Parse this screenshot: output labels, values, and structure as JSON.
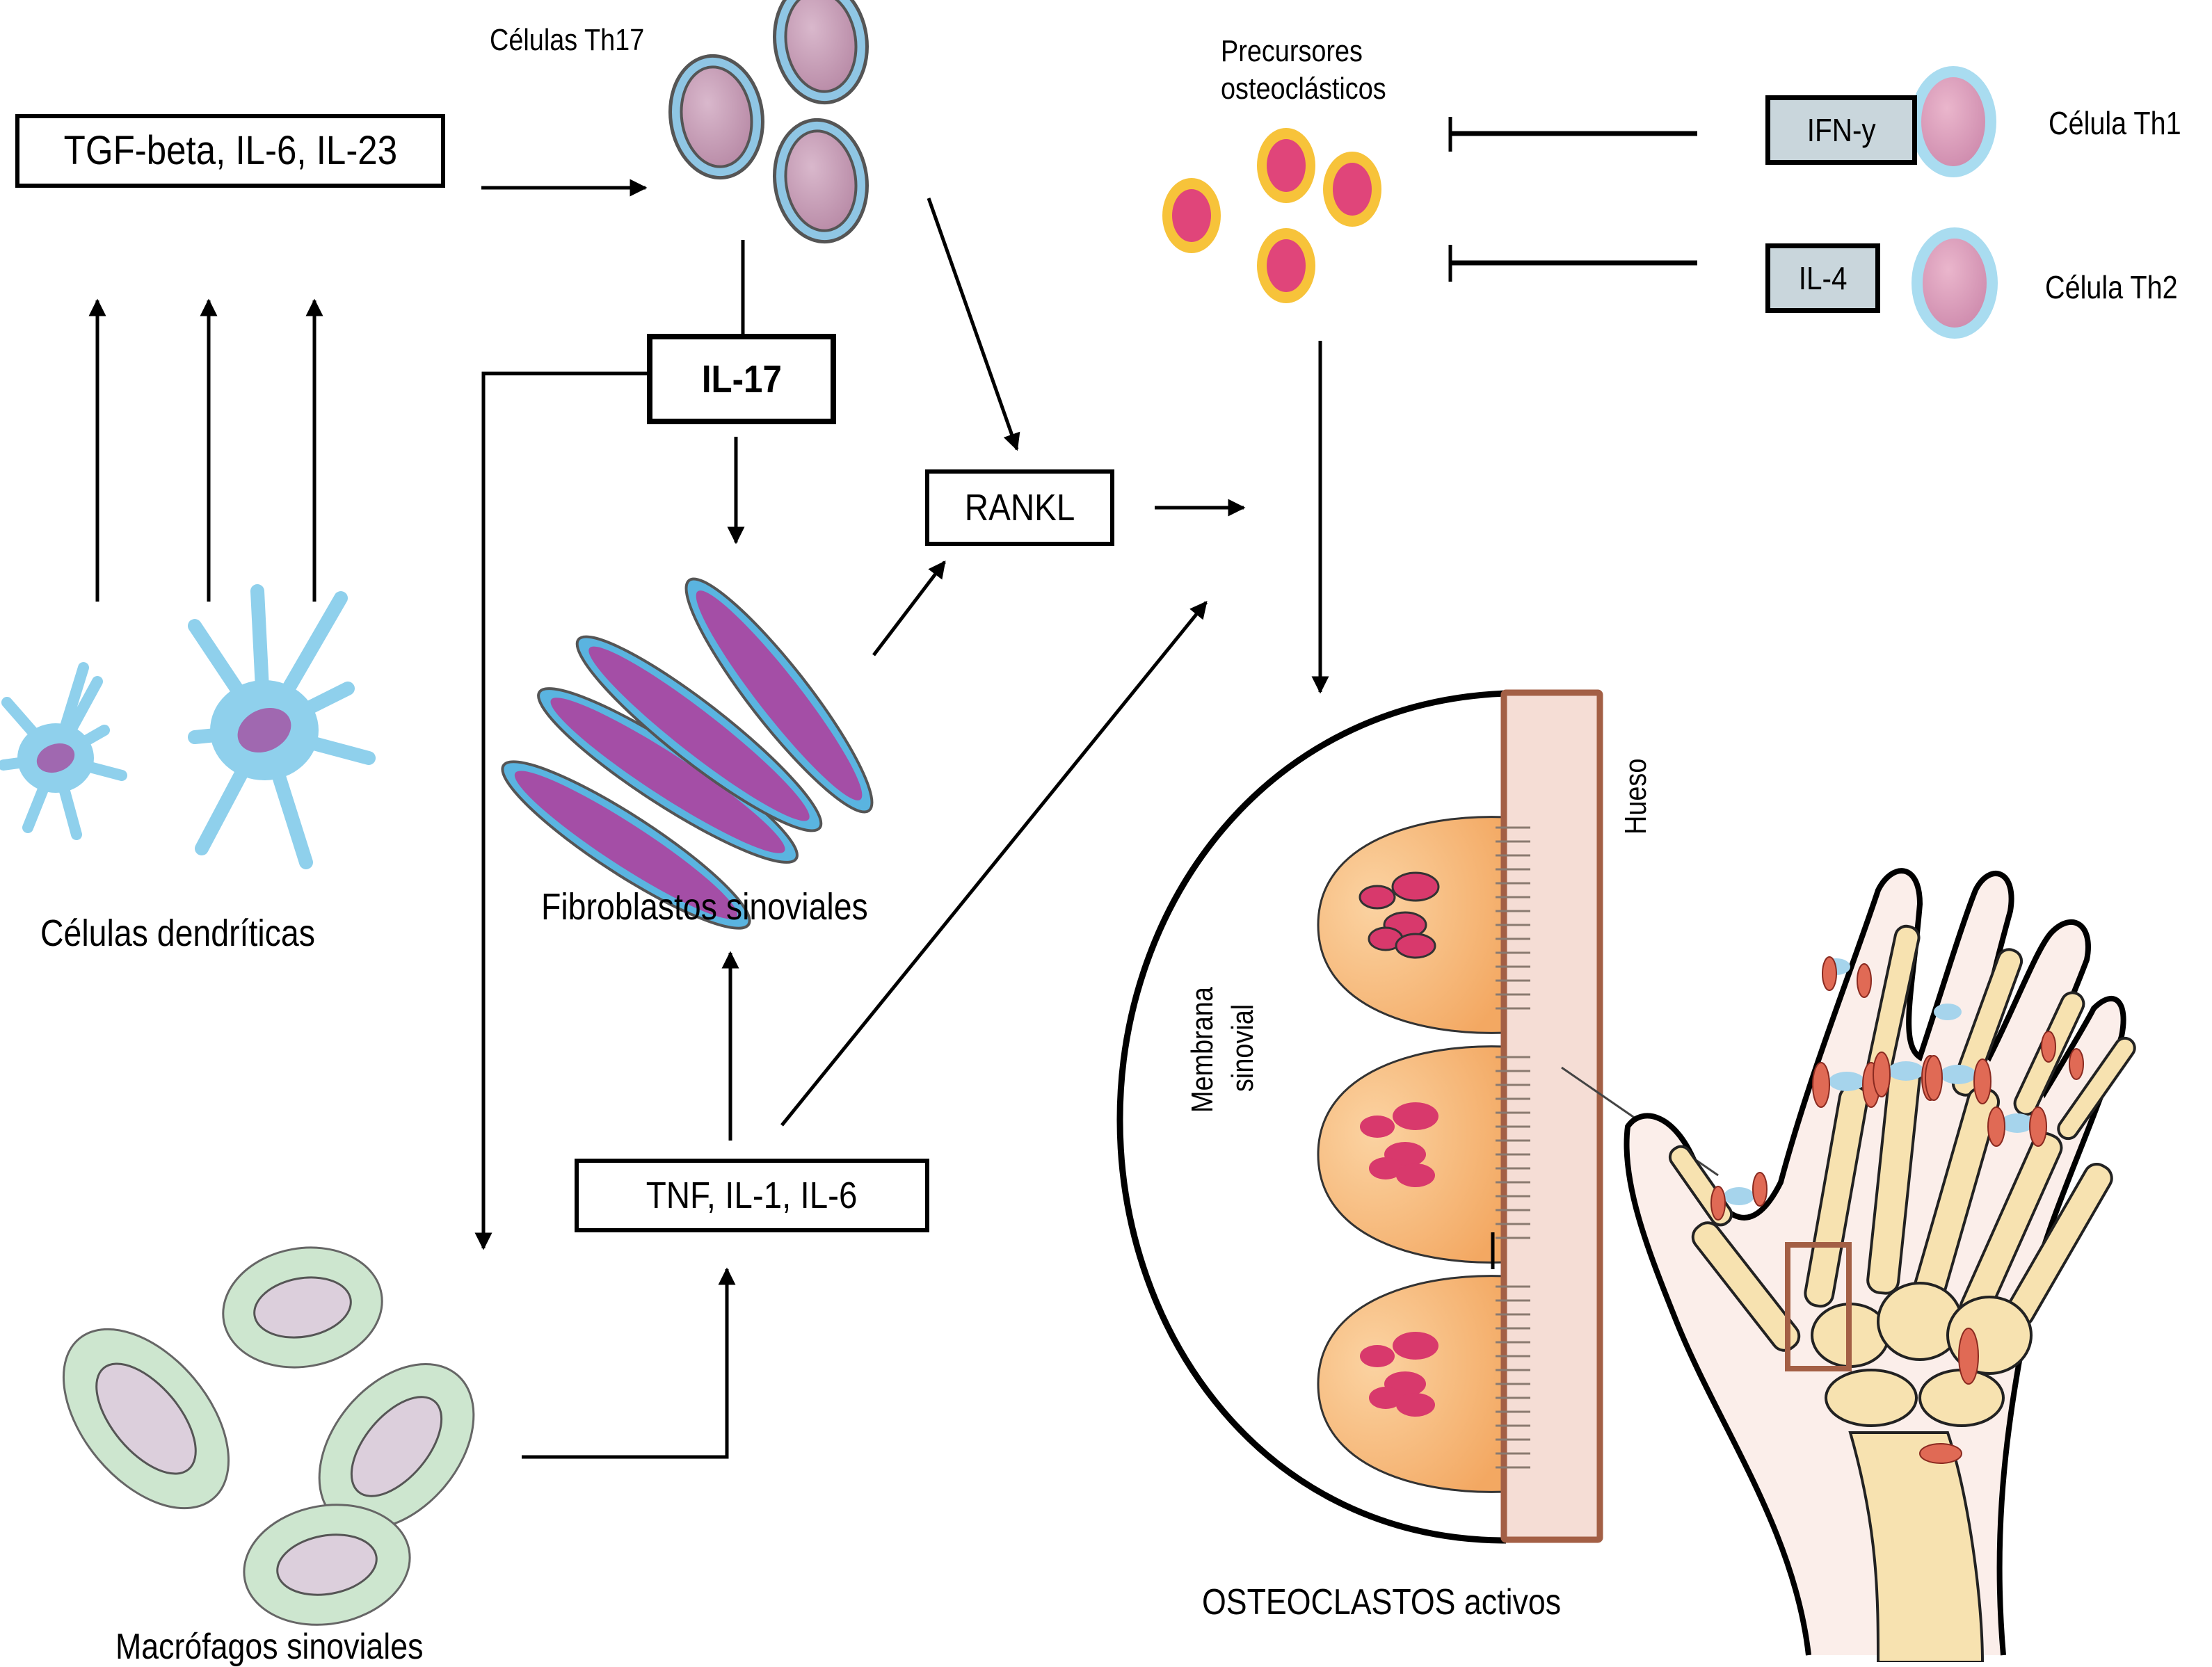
{
  "title": "Mecanismo de activación de osteoclastos en artritis reumatoide",
  "labels": {
    "th17_cells": "Células Th17",
    "precursors_line1": "Precursores",
    "precursors_line2": "osteoclásticos",
    "th1_cell": "Célula Th1",
    "th2_cell": "Célula Th2",
    "dendritic_cells": "Células dendríticas",
    "synovial_fibroblasts": "Fibroblastos sinoviales",
    "synovial_macrophages": "Macrófagos sinoviales",
    "active_osteoclasts": "OSTEOCLASTOS activos",
    "bone": "Hueso",
    "synovial_membrane_line1": "Membrana",
    "synovial_membrane_line2": "sinovial"
  },
  "boxes": {
    "tgf": "TGF-beta, IL-6, IL-23",
    "il17": "IL-17",
    "rankl": "RANKL",
    "tnf": "TNF, IL-1, IL-6",
    "ifn": "IFN-y",
    "il4": "IL-4"
  },
  "colors": {
    "lymphocyte_nucleus": "#c9a2b8",
    "lymphocyte_membrane": "#8cc8e6",
    "precursor_body": "#f7c33a",
    "precursor_nucleus": "#e0457a",
    "fibroblast_outer": "#5ab4e0",
    "fibroblast_inner": "#a44ea6",
    "macrophage_body": "#cde6cf",
    "macrophage_nucleus": "#dccfdc",
    "dendritic_body": "#8fd0ec",
    "dendritic_nucleus": "#a068b0",
    "osteoclast_body": "#f6b06c",
    "osteoclast_nucleus": "#d8396c",
    "bone_fill": "#f5ddd5",
    "bone_border": "#a35f45",
    "inhibitor_box": "#c9d6dc",
    "hand_bone": "#f7e2b0",
    "joint_cartilage": "#a6d4ec",
    "inflamed_joint": "#e06a55"
  }
}
